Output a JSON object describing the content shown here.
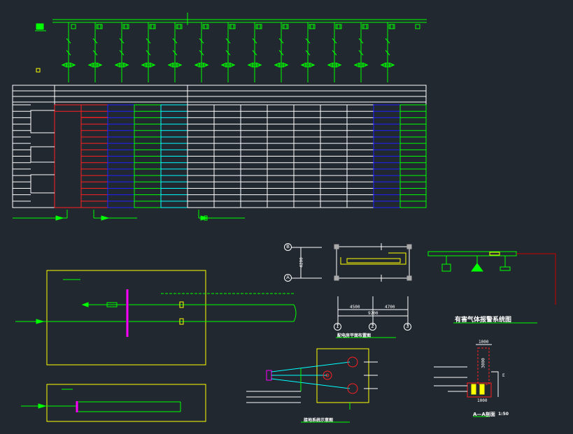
{
  "drawing": {
    "background": "#212830",
    "colors": {
      "green": "#00ff00",
      "white": "#ffffff",
      "red": "#ff2020",
      "blue": "#2020ff",
      "cyan": "#00ffff",
      "yellow": "#ffff00",
      "magenta": "#ff00ff",
      "dark_red": "#cc0000"
    },
    "titles": {
      "gas_system": "有害气体报警系统图",
      "room_plan": "配电房平面布置图",
      "grounding": "接地系统示意图",
      "section": "A—A剖面",
      "section_scale": "1:50"
    },
    "axis_labels": {
      "rows": [
        "B",
        "A"
      ],
      "cols": [
        "1",
        "2",
        "3"
      ]
    },
    "dimensions": {
      "room_height": "4200",
      "span_left": "4500",
      "span_right": "4700",
      "span_total": "9200",
      "section_top": "1000",
      "section_mid": "3000",
      "section_bottom": "1000",
      "section_side": "E"
    },
    "feeder_count": 13,
    "table": {
      "row_count": 16,
      "column_count": 14
    }
  }
}
